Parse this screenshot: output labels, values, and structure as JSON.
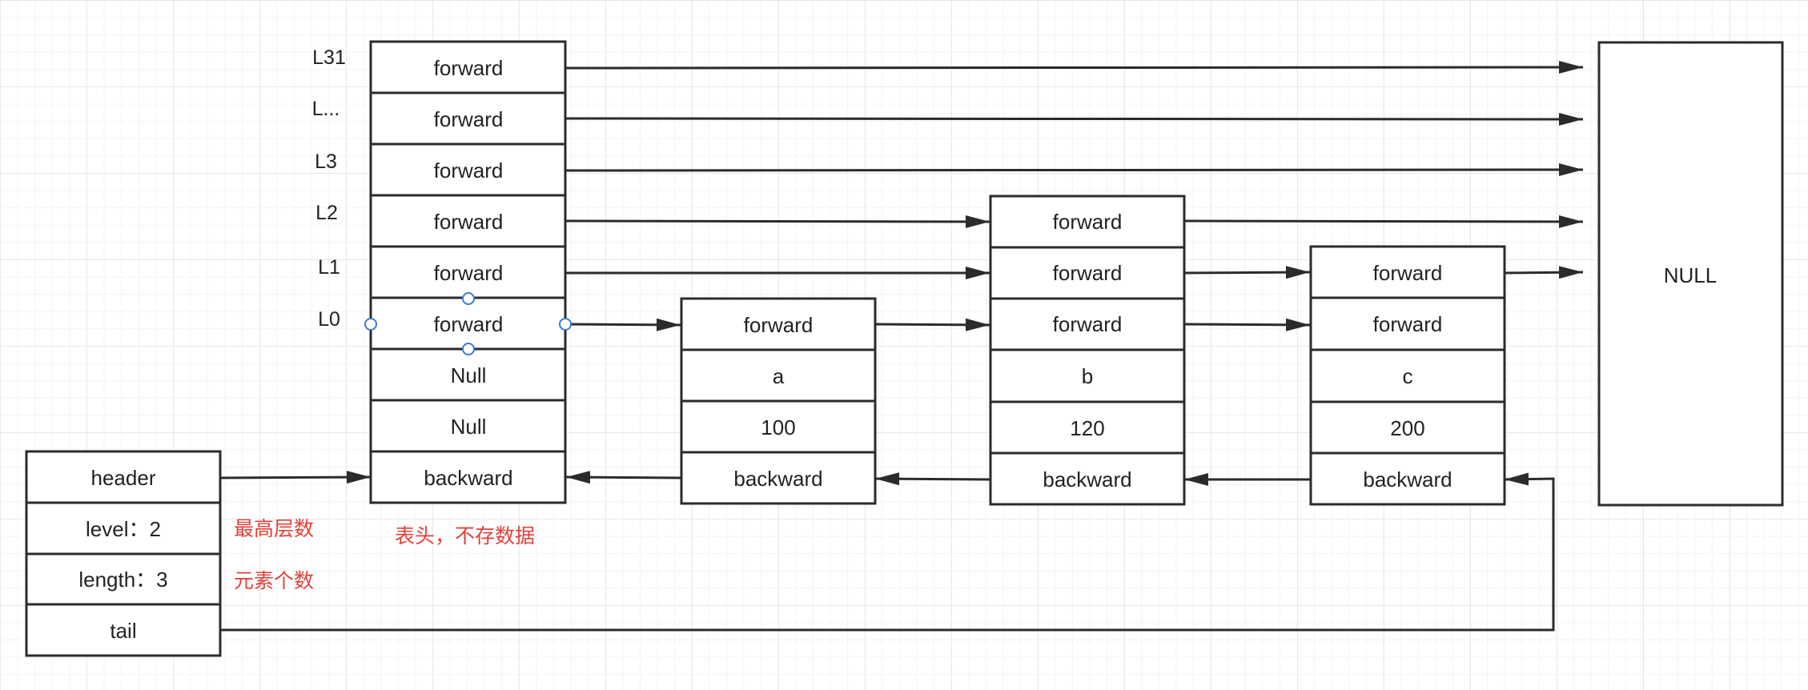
{
  "header_node": {
    "levels": [
      "L31",
      "L...",
      "L3",
      "L2",
      "L1",
      "L0"
    ],
    "cells": [
      "forward",
      "forward",
      "forward",
      "forward",
      "forward",
      "forward",
      "Null",
      "Null",
      "backward"
    ],
    "note": "表头，不存数据"
  },
  "nodes": [
    {
      "cells": [
        "forward",
        "a",
        "100",
        "backward"
      ]
    },
    {
      "cells": [
        "forward",
        "forward",
        "forward",
        "b",
        "120",
        "backward"
      ]
    },
    {
      "cells": [
        "forward",
        "forward",
        "c",
        "200",
        "backward"
      ]
    }
  ],
  "null_node": {
    "label": "NULL"
  },
  "list_struct": {
    "cells": [
      "header",
      "level：2",
      "length：3",
      "tail"
    ],
    "notes": {
      "level": "最高层数",
      "length": "元素个数"
    }
  },
  "colors": {
    "stroke": "#2b2b2b",
    "note": "#e0413a",
    "handle": "#3a7bd5"
  }
}
